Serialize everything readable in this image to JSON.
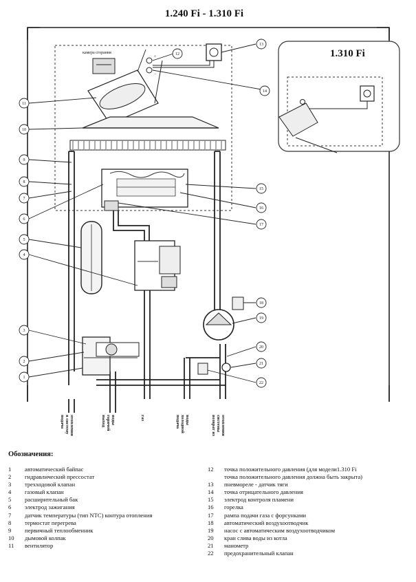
{
  "title": "1.240 Fi - 1.310 Fi",
  "inset_title": "1.310 Fi",
  "combustion_chamber_label": "камера сгорания",
  "callouts": [
    "1",
    "2",
    "3",
    "4",
    "5",
    "6",
    "7",
    "8",
    "9",
    "10",
    "11",
    "12",
    "13",
    "14",
    "15",
    "16",
    "17",
    "18",
    "19",
    "20",
    "21",
    "22"
  ],
  "connections": [
    [
      "подача",
      "в систему",
      "отопления"
    ],
    [
      "выход",
      "горячей",
      "воды"
    ],
    [
      "газ"
    ],
    [
      "подача",
      "холодной",
      "воды"
    ],
    [
      "возврат из",
      "системы",
      "отопления"
    ]
  ],
  "legend": {
    "heading": "Обозначения:",
    "left": [
      {
        "num": "1",
        "text": "автоматический байпас"
      },
      {
        "num": "2",
        "text": "гидравлический прессостат"
      },
      {
        "num": "3",
        "text": "трехходовой клапан"
      },
      {
        "num": "4",
        "text": "газовый клапан"
      },
      {
        "num": "5",
        "text": "расширительный бак"
      },
      {
        "num": "6",
        "text": "электрод зажигания"
      },
      {
        "num": "7",
        "text": "датчик температуры (тип NTC) контура отопления"
      },
      {
        "num": "8",
        "text": "термостат перегрева"
      },
      {
        "num": "9",
        "text": "первичный теплообменник"
      },
      {
        "num": "10",
        "text": "дымовой колпак"
      },
      {
        "num": "11",
        "text": "вентилятор"
      }
    ],
    "right": [
      {
        "num": "12",
        "text": "точка положительного давления (для модели1.310 Fi"
      },
      {
        "num": "",
        "text": "точка положительного давления должна быть закрыта)"
      },
      {
        "num": "13",
        "text": "пневмореле - датчик тяги"
      },
      {
        "num": "14",
        "text": "точка отрицательного давления"
      },
      {
        "num": "15",
        "text": "электрод контроля пламени"
      },
      {
        "num": "16",
        "text": "горелка"
      },
      {
        "num": "17",
        "text": "рампа подачи газа с форсунками"
      },
      {
        "num": "18",
        "text": "автоматический воздухоотводчик"
      },
      {
        "num": "19",
        "text": "насос с автоматическим воздухоотводчиком"
      },
      {
        "num": "20",
        "text": "кран слива воды из котла"
      },
      {
        "num": "21",
        "text": "манометр"
      },
      {
        "num": "22",
        "text": "предохранительный клапан"
      }
    ]
  }
}
